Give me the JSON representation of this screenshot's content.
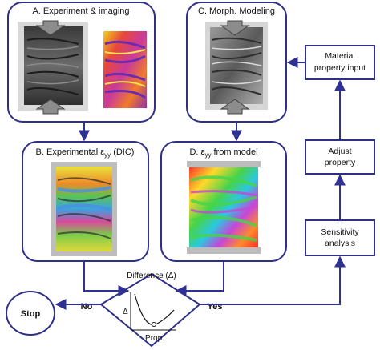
{
  "panels": {
    "a": {
      "title": "A. Experiment & imaging"
    },
    "c": {
      "title": "C. Morph. Modeling"
    },
    "b": {
      "title_prefix": "B. Experimental ",
      "title_symbol": "ε",
      "title_sub": "yy",
      "title_suffix": " (DIC)"
    },
    "d": {
      "title_prefix": "D. ",
      "title_symbol": "ε",
      "title_sub": "yy",
      "title_suffix": " from model"
    }
  },
  "boxes": {
    "material_line1": "Material",
    "material_line2": "property input",
    "adjust_line1": "Adjust",
    "adjust_line2": "property",
    "sensitivity_line1": "Sensitivity",
    "sensitivity_line2": "analysis"
  },
  "decision": {
    "label": "Difference (Δ)",
    "no": "No",
    "yes": "Yes",
    "axis_y": "Δ",
    "axis_x": "Prop."
  },
  "stop": {
    "label": "Stop"
  },
  "colors": {
    "stroke": "#2e2f86",
    "arrow": "#2e3192",
    "panel_fill": "#ffffff"
  }
}
